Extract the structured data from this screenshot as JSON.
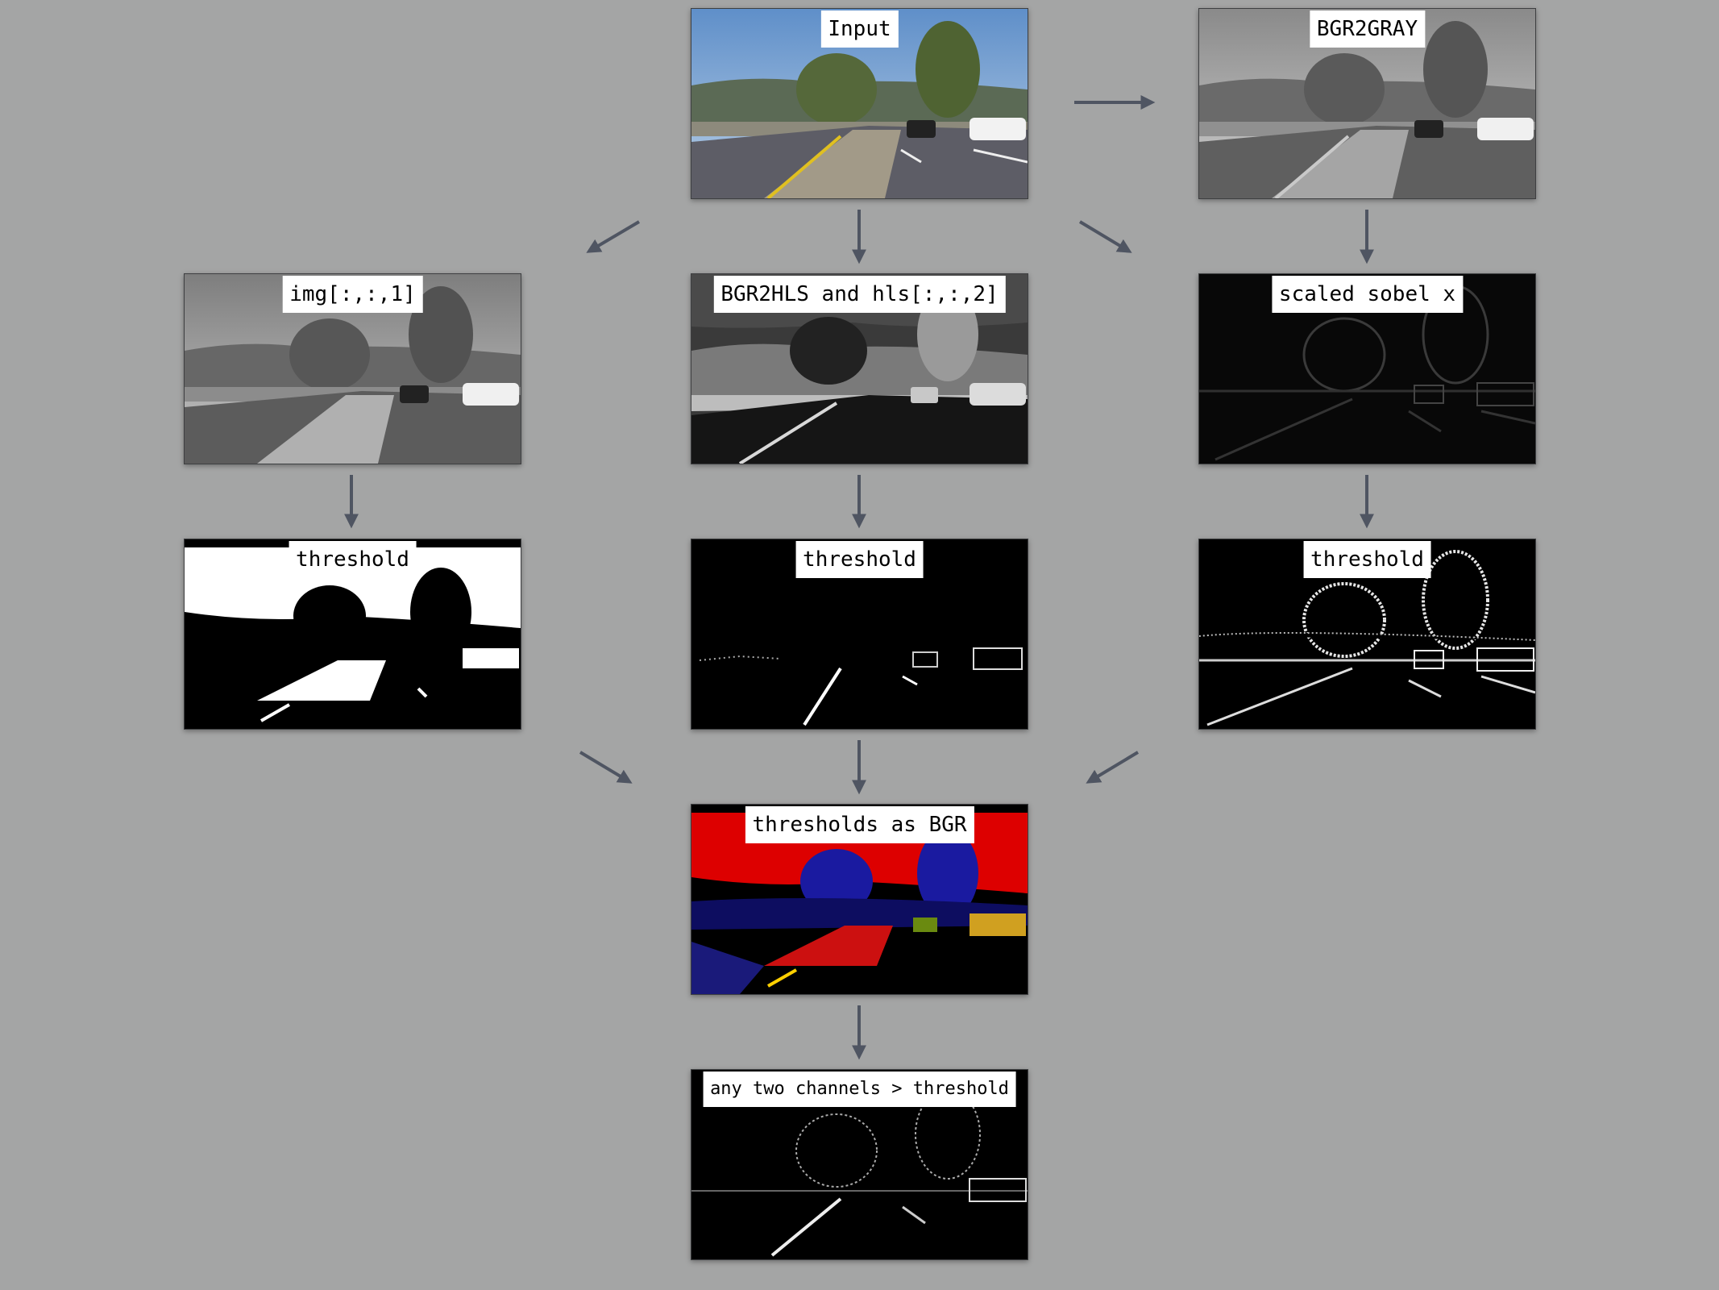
{
  "panels": {
    "input": {
      "label": "Input"
    },
    "gray": {
      "label": "BGR2GRAY"
    },
    "green": {
      "label": "img[:,:,1]"
    },
    "hls": {
      "label": "BGR2HLS and hls[:,:,2]"
    },
    "sobel": {
      "label": "scaled sobel x"
    },
    "threshold_green": {
      "label": "threshold"
    },
    "threshold_hls": {
      "label": "threshold"
    },
    "threshold_sobel": {
      "label": "threshold"
    },
    "bgr": {
      "label": "thresholds as BGR"
    },
    "final": {
      "label": "any two channels > threshold"
    }
  },
  "colors": {
    "background": "#a4a5a5",
    "arrow": "#4f5562",
    "bgr_red": "#dd0000",
    "bgr_blue": "#1a1aa0"
  }
}
